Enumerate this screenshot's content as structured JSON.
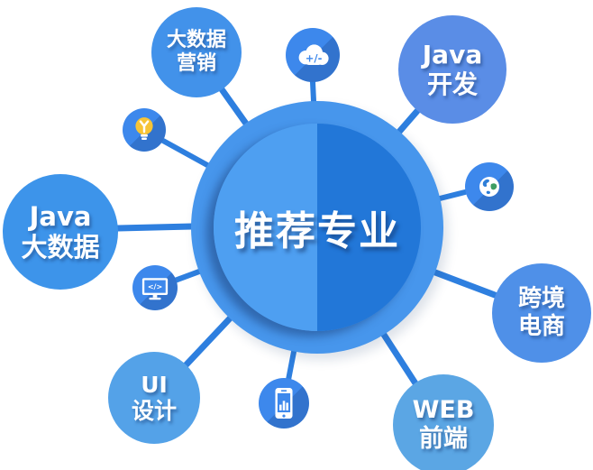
{
  "diagram": {
    "title": "推荐专业",
    "center_node": {
      "label": "推荐专业",
      "ring_color": "#4796EC",
      "inner_left_color": "#4E9FF1",
      "inner_right_color": "#2277D8"
    },
    "major_nodes": [
      {
        "id": "big-data-marketing",
        "line1": "大数据",
        "line2": "营销",
        "color": "#4292EA"
      },
      {
        "id": "java-development",
        "line1": "Java",
        "line2": "开发",
        "color": "#5A8DE6"
      },
      {
        "id": "java-big-data",
        "line1": "Java",
        "line2": "大数据",
        "color": "#3D94EA"
      },
      {
        "id": "cross-border-ecommerce",
        "line1": "跨境",
        "line2": "电商",
        "color": "#4F90E8"
      },
      {
        "id": "ui-design",
        "line1": "UI",
        "line2": "设计",
        "color": "#54A2E8"
      },
      {
        "id": "web-frontend",
        "line1": "WEB",
        "line2": "前端",
        "color": "#5BA6E4"
      }
    ],
    "icon_nodes": [
      {
        "id": "cloud",
        "icon": "cloud-plus-minus-icon",
        "glyph_text": "+/-",
        "color": "#3D88EC"
      },
      {
        "id": "lightbulb",
        "icon": "lightbulb-icon",
        "glyph_text": "",
        "color": "#3D88EC",
        "bulb_color": "#F6C437"
      },
      {
        "id": "globe",
        "icon": "globe-icon",
        "glyph_text": "",
        "color": "#3D88EC"
      },
      {
        "id": "code-monitor",
        "icon": "code-monitor-icon",
        "glyph_text": "</>",
        "color": "#3D88EC"
      },
      {
        "id": "phone-chart",
        "icon": "phone-chart-icon",
        "glyph_text": "",
        "color": "#3D88EC"
      }
    ],
    "colors": {
      "background": "#FFFFFF",
      "connector": "#2E7FDF",
      "text": "#FFFFFF"
    }
  }
}
